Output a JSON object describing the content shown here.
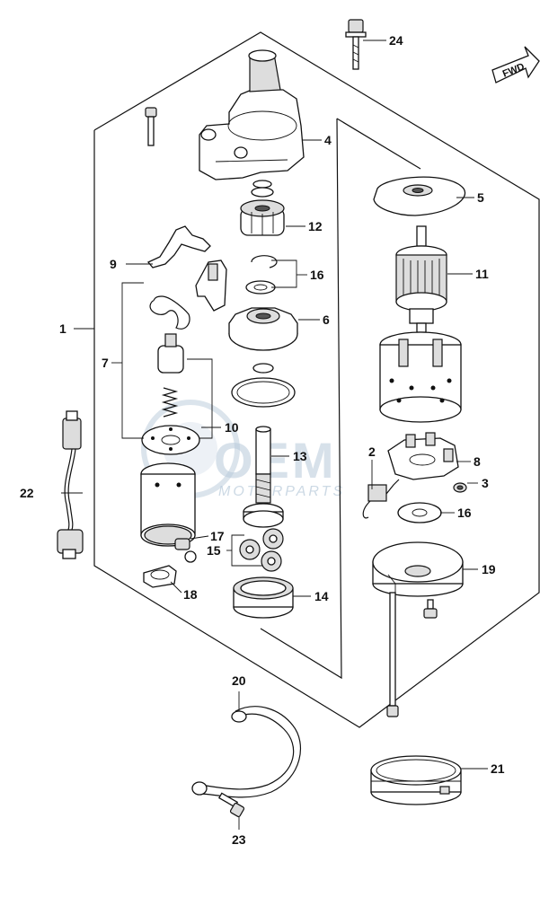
{
  "fwd_badge": "FWD",
  "watermark": {
    "main": "OEM",
    "sub": "MOTORPARTS"
  },
  "callouts": {
    "1": "1",
    "2": "2",
    "3": "3",
    "4": "4",
    "5": "5",
    "6": "6",
    "7": "7",
    "8": "8",
    "9": "9",
    "10": "10",
    "11": "11",
    "12": "12",
    "13": "13",
    "14": "14",
    "15": "15",
    "16a": "16",
    "16b": "16",
    "17": "17",
    "18": "18",
    "19": "19",
    "20": "20",
    "21": "21",
    "22": "22",
    "23": "23",
    "24": "24"
  },
  "colors": {
    "line": "#111111",
    "watermark": "#b7c9da"
  }
}
